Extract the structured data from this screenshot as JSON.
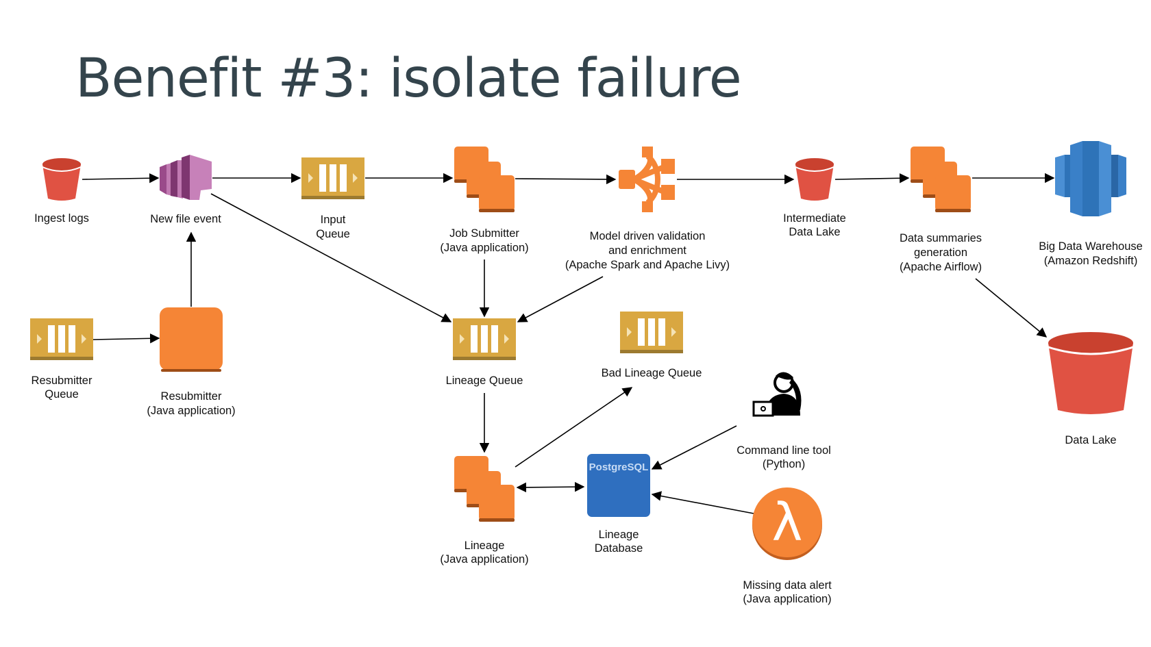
{
  "title": "Benefit #3: isolate failure",
  "colors": {
    "title": "#34444c",
    "bucket_red": "#e05243",
    "queue_gold": "#d9a741",
    "compute_orange": "#f58536",
    "kinesis_purple": "#c17ab2",
    "redshift_blue": "#2e73b8",
    "postgres_blue": "#2f6fbf"
  },
  "nodes": {
    "ingest_logs": {
      "icon": "s3-bucket-icon",
      "lines": [
        "Ingest logs"
      ]
    },
    "new_file_event": {
      "icon": "kinesis-stream-icon",
      "lines": [
        "New file event"
      ]
    },
    "input_queue": {
      "icon": "sqs-queue-icon",
      "lines": [
        "Input",
        "Queue"
      ]
    },
    "job_submitter": {
      "icon": "ec2-instances-icon",
      "lines": [
        "Job Submitter",
        "(Java application)"
      ]
    },
    "model_validation": {
      "icon": "emr-cluster-icon",
      "lines": [
        "Model driven validation",
        "and enrichment",
        "(Apache Spark and Apache Livy)"
      ]
    },
    "intermediate_data_lake": {
      "icon": "s3-bucket-icon",
      "lines": [
        "Intermediate",
        "Data Lake"
      ]
    },
    "data_summaries": {
      "icon": "ec2-instances-icon",
      "lines": [
        "Data summaries",
        "generation",
        "(Apache Airflow)"
      ]
    },
    "big_data_warehouse": {
      "icon": "redshift-icon",
      "lines": [
        "Big Data Warehouse",
        "(Amazon Redshift)"
      ]
    },
    "resubmitter_queue": {
      "icon": "sqs-queue-icon",
      "lines": [
        "Resubmitter",
        "Queue"
      ]
    },
    "resubmitter": {
      "icon": "ec2-instance-icon",
      "lines": [
        "Resubmitter",
        "(Java application)"
      ]
    },
    "lineage_queue": {
      "icon": "sqs-queue-icon",
      "lines": [
        "Lineage Queue"
      ]
    },
    "bad_lineage_queue": {
      "icon": "sqs-queue-icon",
      "lines": [
        "Bad Lineage Queue"
      ]
    },
    "lineage_app": {
      "icon": "ec2-instances-icon",
      "lines": [
        "Lineage",
        "(Java application)"
      ]
    },
    "lineage_database": {
      "icon": "postgresql-icon",
      "icon_text": "PostgreSQL",
      "lines": [
        "Lineage",
        "Database"
      ]
    },
    "command_line_tool": {
      "icon": "person-laptop-icon",
      "lines": [
        "Command line tool",
        "(Python)"
      ]
    },
    "missing_data_alert": {
      "icon": "lambda-icon",
      "icon_text": "λ",
      "lines": [
        "Missing data alert",
        "(Java application)"
      ]
    },
    "data_lake": {
      "icon": "s3-bucket-icon",
      "lines": [
        "Data Lake"
      ]
    }
  },
  "edges": [
    {
      "from": "ingest_logs",
      "to": "new_file_event"
    },
    {
      "from": "new_file_event",
      "to": "input_queue"
    },
    {
      "from": "input_queue",
      "to": "job_submitter"
    },
    {
      "from": "job_submitter",
      "to": "model_validation"
    },
    {
      "from": "model_validation",
      "to": "intermediate_data_lake"
    },
    {
      "from": "intermediate_data_lake",
      "to": "data_summaries"
    },
    {
      "from": "data_summaries",
      "to": "big_data_warehouse"
    },
    {
      "from": "data_summaries",
      "to": "data_lake"
    },
    {
      "from": "new_file_event",
      "to": "lineage_queue"
    },
    {
      "from": "job_submitter",
      "to": "lineage_queue"
    },
    {
      "from": "model_validation",
      "to": "lineage_queue"
    },
    {
      "from": "resubmitter_queue",
      "to": "resubmitter"
    },
    {
      "from": "resubmitter",
      "to": "new_file_event"
    },
    {
      "from": "lineage_queue",
      "to": "lineage_app"
    },
    {
      "from": "lineage_app",
      "to": "bad_lineage_queue"
    },
    {
      "from": "lineage_app",
      "to": "lineage_database",
      "bidirectional": true
    },
    {
      "from": "command_line_tool",
      "to": "lineage_database"
    },
    {
      "from": "missing_data_alert",
      "to": "lineage_database"
    }
  ]
}
